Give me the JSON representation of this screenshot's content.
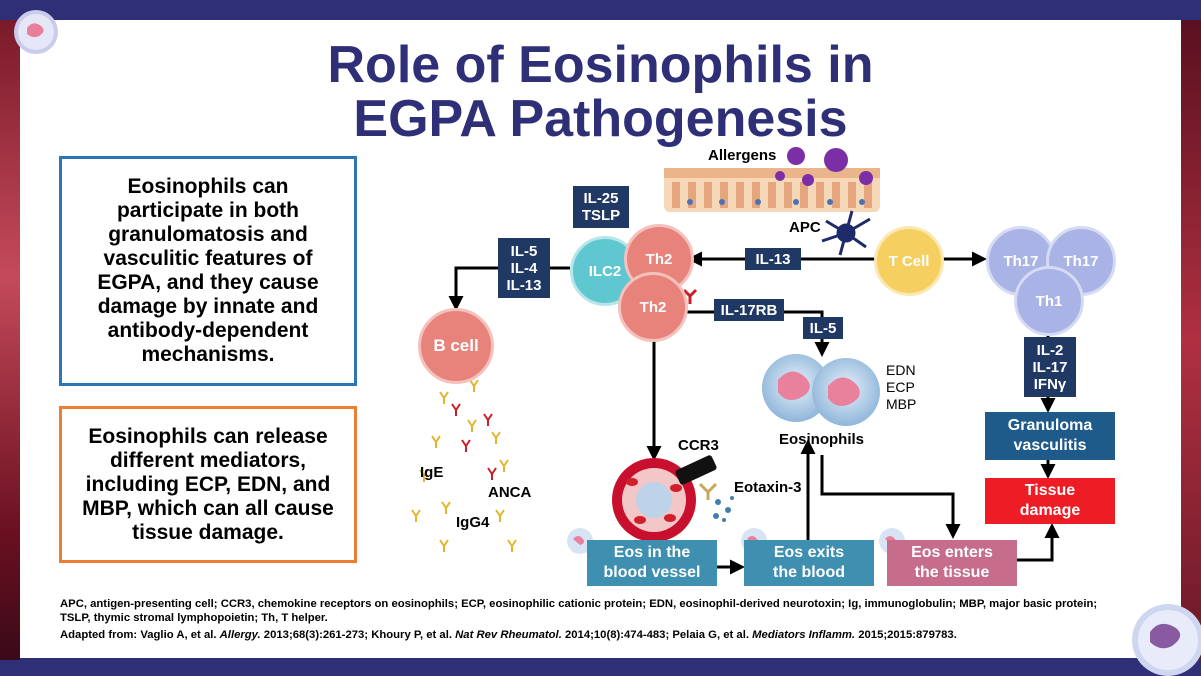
{
  "title_line1": "Role of Eosinophils in",
  "title_line2": "EGPA Pathogenesis",
  "box1": "Eosinophils can participate in both granulomatosis and vasculitic features of EGPA, and they cause damage by innate and antibody-dependent mechanisms.",
  "box2": "Eosinophils can release different mediators, including ECP, EDN, and MBP, which can all cause tissue damage.",
  "labels": {
    "allergens": "Allergens",
    "apc": "APC",
    "eosinophils": "Eosinophils",
    "ccr3": "CCR3",
    "eotaxin": "Eotaxin-3",
    "ige": "IgE",
    "anca": "ANCA",
    "igg4": "IgG4",
    "edn": "EDN",
    "ecp": "ECP",
    "mbp": "MBP"
  },
  "cytokines": {
    "il25_tslp": "IL-25\nTSLP",
    "il5_il4_il13": "IL-5\nIL-4\nIL-13",
    "il13": "IL-13",
    "il17rb": "IL-17RB",
    "il5": "IL-5",
    "il2_il17_ifn": "IL-2\nIL-17\nIFNγ"
  },
  "cells": {
    "ilc2": "ILC2",
    "th2_top": "Th2",
    "th2_bottom": "Th2",
    "tcell": "T Cell",
    "th17_a": "Th17",
    "th17_b": "Th17",
    "th1": "Th1",
    "bcell": "B cell"
  },
  "steps": {
    "blood_vessel": "Eos in the\nblood vessel",
    "exits": "Eos exits\nthe blood",
    "enters": "Eos enters\nthe tissue",
    "granuloma": "Granuloma\nvasculitis",
    "damage": "Tissue\ndamage"
  },
  "footnotes": {
    "abbrev": "APC, antigen-presenting cell; CCR3, chemokine receptors on eosinophils; ECP, eosinophilic cationic protein; EDN, eosinophil-derived neurotoxin; Ig, immunoglobulin; MBP, major basic protein; TSLP, thymic stromal lymphopoietin; Th, T helper.",
    "adapted_prefix": "Adapted from: Vaglio A, et al. ",
    "ref1_journal": "Allergy.",
    "ref1_rest": " 2013;68(3):261-273; Khoury P, et al. ",
    "ref2_journal": "Nat Rev Rheumatol.",
    "ref2_rest": " 2014;10(8):474-483; Pelaia G, et al. ",
    "ref3_journal": "Mediators Inflamm.",
    "ref3_rest": " 2015;2015:879783."
  },
  "colors": {
    "title": "#2e2f77",
    "cytokine_box": "#1f3864",
    "th2": "#e8837c",
    "ilc2": "#5fc7d0",
    "tcell": "#f5cf5f",
    "th17": "#a9b3e6",
    "bcell": "#e8837c",
    "step_blue": "#3e8fb0",
    "step_pink": "#c56d8a",
    "granuloma": "#1f5b8a",
    "damage": "#ee1c24",
    "box1_border": "#2e75b6",
    "box2_border": "#ed7d31"
  }
}
